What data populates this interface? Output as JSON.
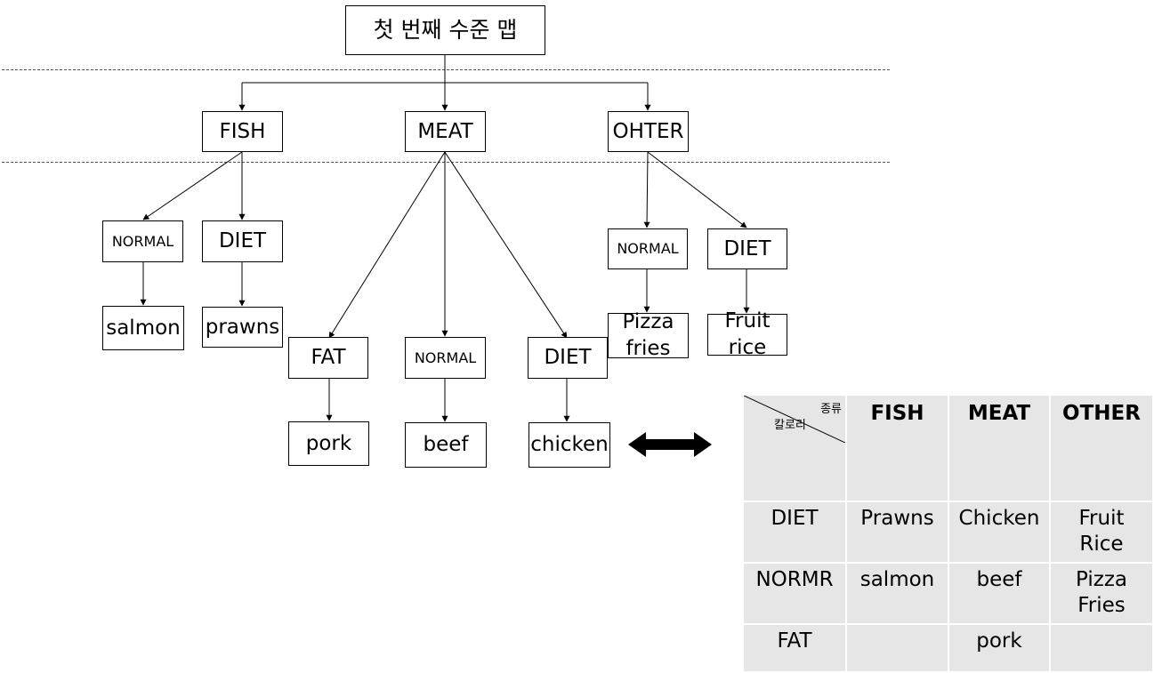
{
  "root": {
    "label": "첫 번째 수준 맵"
  },
  "level1": [
    {
      "key": "fish",
      "label": "FISH"
    },
    {
      "key": "meat",
      "label": "MEAT"
    },
    {
      "key": "other",
      "label": "OHTER"
    }
  ],
  "level2": {
    "fish_normal": "NORMAL",
    "fish_diet": "DIET",
    "meat_fat": "FAT",
    "meat_normal": "NORMAL",
    "meat_diet": "DIET",
    "other_normal": "NORMAL",
    "other_diet": "DIET"
  },
  "leaves": {
    "salmon": "salmon",
    "prawns": "prawns",
    "pork": "pork",
    "beef": "beef",
    "chicken": "chicken",
    "pizza_fries": "Pizza\nfries",
    "fruit_rice": "Fruit\nrice"
  },
  "table": {
    "corner_top": "종류",
    "corner_bottom": "칼로리",
    "columns": [
      "FISH",
      "MEAT",
      "OTHER"
    ],
    "rows": [
      {
        "label": "DIET",
        "cells": [
          "Prawns",
          "Chicken",
          "Fruit\nRice"
        ]
      },
      {
        "label": "NORMR",
        "cells": [
          "salmon",
          "beef",
          "Pizza\nFries"
        ]
      },
      {
        "label": "FAT",
        "cells": [
          "",
          "pork",
          ""
        ]
      }
    ]
  },
  "colors": {
    "line": "#000000",
    "table_fill": "#e6e6e6",
    "divider": "#555555"
  }
}
